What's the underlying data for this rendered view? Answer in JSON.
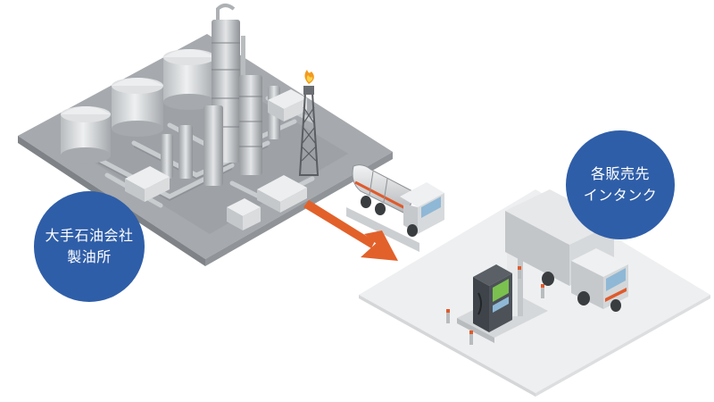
{
  "labels": {
    "refinery": [
      "大手石油会社",
      "製油所"
    ],
    "station": [
      "各販売先",
      "インタンク"
    ]
  },
  "colors": {
    "bubble": "#2f5ea8",
    "arrow": "#e2612b",
    "flame": "#f39a1e",
    "tank_stripe": "#e05a2b"
  }
}
